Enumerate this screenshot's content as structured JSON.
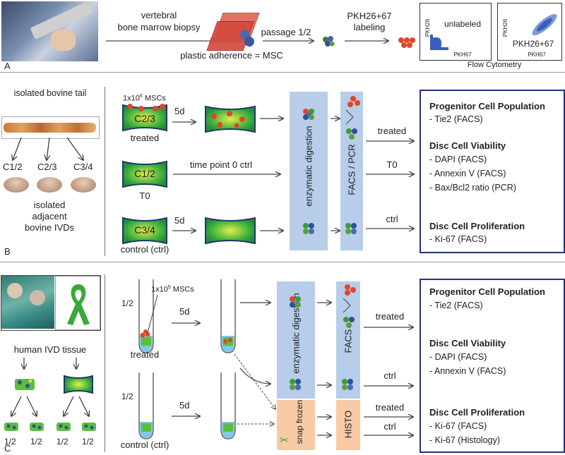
{
  "panelA": {
    "letter": "A",
    "biopsy_l1": "vertebral",
    "biopsy_l2": "bone marrow biopsy",
    "adherence": "plastic adherence = MSC",
    "passage": "passage 1/2",
    "labeling": "PKH26+67",
    "labeling2": "labeling",
    "facs_unlabeled": "unlabeled",
    "facs_labeled": "PKH26+67",
    "facs_y": "PKH26",
    "facs_x": "PKH67",
    "flow_caption": "Flow Cytometry"
  },
  "panelB": {
    "letter": "B",
    "tail_title": "isolated bovine tail",
    "discs": [
      "C1/2",
      "C2/3",
      "C3/4"
    ],
    "ivd_l1": "isolated",
    "ivd_l2": "adjacent",
    "ivd_l3": "bovine IVDs",
    "msc_count": "1x10",
    "msc_exp": "6",
    "msc_unit": " MSCs",
    "disc_treated": "C2/3",
    "disc_t0": "C1/2",
    "disc_ctrl": "C3/4",
    "lbl_treated": "treated",
    "lbl_t0": "T0",
    "lbl_ctrl": "control (ctrl)",
    "days": "5d",
    "t0_ctrl": "time point 0 ctrl",
    "enzymatic": "enzymatic digestion",
    "facs_pcr": "FACS / PCR",
    "arrow_treated": "treated",
    "arrow_t0": "T0",
    "arrow_ctrl": "ctrl",
    "results": {
      "h1": "Progenitor Cell Population",
      "i1": "- Tie2 (FACS)",
      "h2": "Disc Cell Viability",
      "i2a": "- DAPI (FACS)",
      "i2b": "- Annexin V (FACS)",
      "i2c": "- Bax/Bcl2 ratio (PCR)",
      "h3": "Disc Cell Proliferation",
      "i3": "- Ki-67 (FACS)"
    }
  },
  "panelC": {
    "letter": "C",
    "human_ivd": "human IVD tissue",
    "halves": [
      "1/2",
      "1/2",
      "1/2",
      "1/2"
    ],
    "tube_half_1": "1/2",
    "tube_half_2": "1/2",
    "msc_count": "1x10",
    "msc_exp": "5",
    "msc_unit": " MSCs",
    "days": "5d",
    "lbl_treated": "treated",
    "lbl_ctrl": "control (ctrl)",
    "enzymatic": "enzymatic digestion",
    "snap_frozen": "snap frozen",
    "facs": "FACS",
    "histo": "HISTO",
    "arrow_treated": "treated",
    "arrow_ctrl": "ctrl",
    "arrow_treated2": "treated",
    "arrow_ctrl2": "ctrl",
    "results": {
      "h1": "Progenitor Cell Population",
      "i1": "- Tie2 (FACS)",
      "h2": "Disc Cell Viability",
      "i2a": "- DAPI (FACS)",
      "i2b": "- Annexin V (FACS)",
      "h3": "Disc Cell Proliferation",
      "i3a": "- Ki-67 (FACS)",
      "i3b": "- Ki-67 (Histology)"
    }
  },
  "colors": {
    "blue_bar": "#b7cde9",
    "salmon_bar": "#f8caa6",
    "result_border": "#23337a",
    "disc_green": "#5cbf3a",
    "disc_yellow": "#d9e34a",
    "cell_red": "#e0462a",
    "ribbon_green": "#3aa83a"
  }
}
